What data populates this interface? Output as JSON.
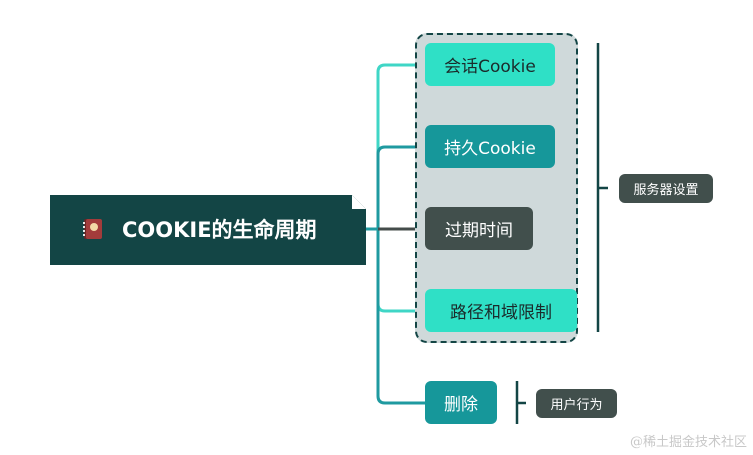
{
  "root": {
    "title": "COOKIE的生命周期",
    "icon": "notebook-icon"
  },
  "group": {
    "nodes": [
      {
        "id": "session",
        "label": "会话Cookie"
      },
      {
        "id": "persist",
        "label": "持久Cookie"
      },
      {
        "id": "expire",
        "label": "过期时间"
      },
      {
        "id": "path",
        "label": "路径和域限制"
      }
    ],
    "summary_label": "服务器设置"
  },
  "standalone": {
    "node": {
      "id": "delete",
      "label": "删除"
    },
    "summary_label": "用户行为"
  },
  "colors": {
    "root_bg": "#134545",
    "group_bg": "#cfd9da",
    "light_teal": "#2fe0c6",
    "mid_teal": "#16979a",
    "dark_gray": "#414f4c",
    "line_light": "#3fd6c6",
    "line_mid": "#1f9aa0",
    "line_dark": "#444c4a"
  },
  "watermark": "@稀土掘金技术社区"
}
